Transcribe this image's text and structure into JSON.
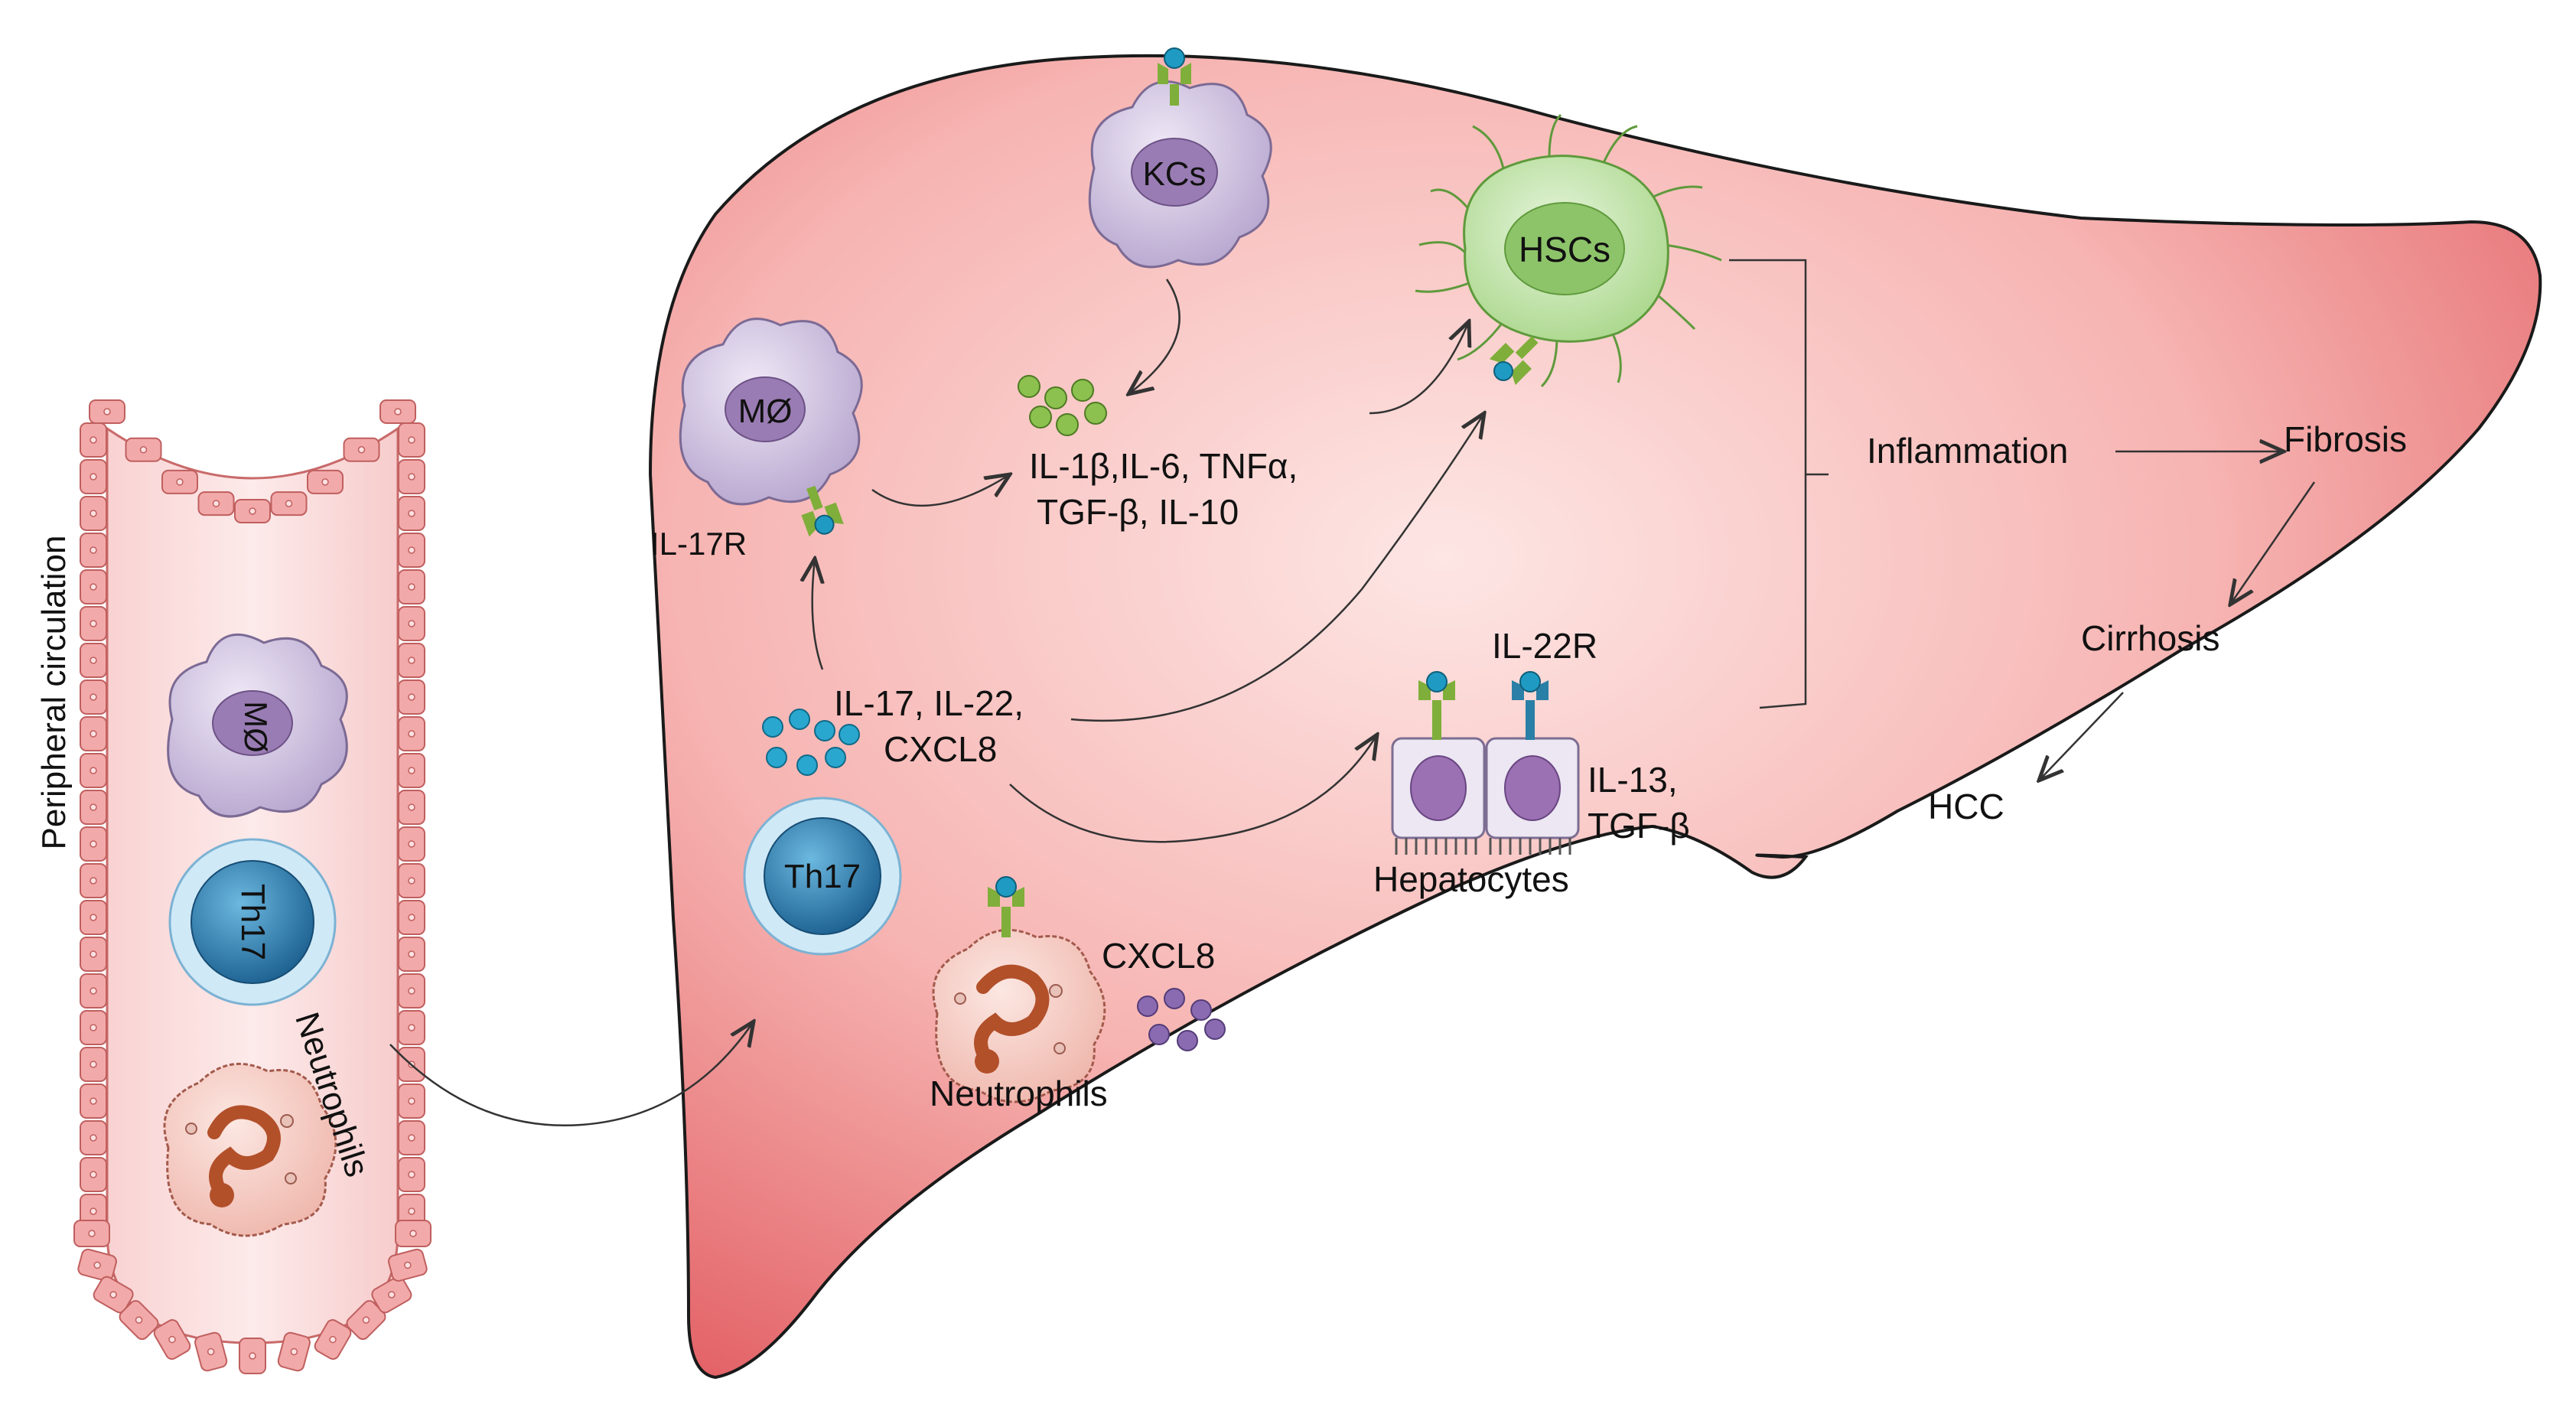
{
  "vessel": {
    "title": "Peripheral circulation",
    "cells": {
      "macrophage": "MØ",
      "th17": "Th17",
      "neutrophil": "Neutrophils"
    }
  },
  "liver": {
    "kupffer": "KCs",
    "macrophage": "MØ",
    "il17r": "IL-17R",
    "cytokines_line1": "IL-1β,IL-6, TNFα,",
    "cytokines_line2": "TGF-β, IL-10",
    "hsc": "HSCs",
    "th17_cytokines_line1": "IL-17, IL-22,",
    "th17_cytokines_line2": "CXCL8",
    "th17": "Th17",
    "il22r": "IL-22R",
    "hepatocyte_out_line1": "IL-13,",
    "hepatocyte_out_line2": "TGF-β",
    "hepatocytes": "Hepatocytes",
    "neutrophil_cytokine": "CXCL8",
    "neutrophils": "Neutrophils"
  },
  "progression": {
    "inflammation": "Inflammation",
    "fibrosis": "Fibrosis",
    "cirrhosis": "Cirrhosis",
    "hcc": "HCC"
  },
  "colors": {
    "liver_fill": "#ef8d8e",
    "liver_stroke": "#1a1a1a",
    "vessel_wall": "#f2a9a9",
    "macrophage": "#c5b8d8",
    "macrophage_nucleus": "#8c6aa5",
    "th17_outer": "#c9e6f6",
    "th17_inner": "#2a7fb4",
    "hsc": "#a9d88a",
    "receptor": "#7fae3a",
    "ligand": "#1f9bc3",
    "neutrophil": "#f3c7bf",
    "neutrophil_nucleus": "#c0562a",
    "hepatocyte": "#e9e4f1",
    "hepatocyte_nucleus": "#9b71b3"
  }
}
